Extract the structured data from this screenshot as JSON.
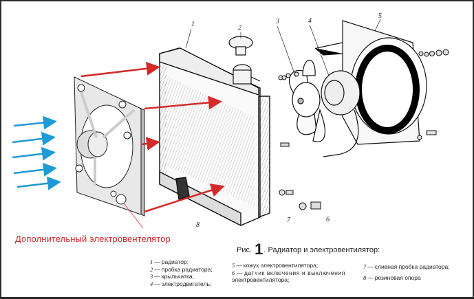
{
  "diagram": {
    "title_prefix": "Рис.",
    "figure_number": "1",
    "title": ". Радиатор и электровентилятор:",
    "annotation": "Дополнительный электровентелятор",
    "colors": {
      "airflow_arrows": "#1e9ad6",
      "pointer_arrows": "#d42a2a",
      "annotation_text": "#d0282a",
      "line_art": "#1a1a1a"
    },
    "part_numbers": [
      "1",
      "2",
      "3",
      "4",
      "5",
      "6",
      "7",
      "8"
    ],
    "legend": {
      "col1": [
        {
          "n": "1",
          "text": "радиатор;"
        },
        {
          "n": "2",
          "text": "пробка радиатора;"
        },
        {
          "n": "3",
          "text": "крыльчатка;"
        },
        {
          "n": "4",
          "text": "электродвигатель;"
        }
      ],
      "col2": [
        {
          "n": "5",
          "text": "кожух электровентилятора;"
        },
        {
          "n": "6",
          "text": "датчик включения и выключения"
        },
        {
          "n": "",
          "text": "электровентилятора;"
        }
      ],
      "col3": [
        {
          "n": "7",
          "text": "сливная пробка радиатора;"
        },
        {
          "n": "8",
          "text": "резиновая опора"
        }
      ],
      "dash": "—"
    }
  }
}
